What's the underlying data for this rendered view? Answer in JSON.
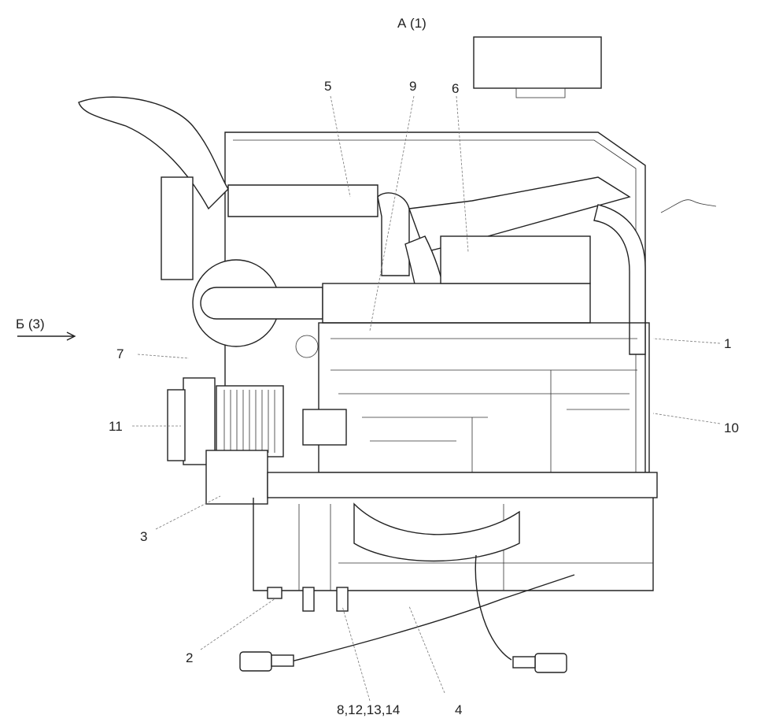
{
  "diagram": {
    "view_labels": {
      "top": "А (1)",
      "left": "Б (3)"
    },
    "callouts": [
      {
        "id": "c5",
        "text": "5"
      },
      {
        "id": "c9",
        "text": "9"
      },
      {
        "id": "c6",
        "text": "6"
      },
      {
        "id": "c7",
        "text": "7"
      },
      {
        "id": "c1",
        "text": "1"
      },
      {
        "id": "c11",
        "text": "11"
      },
      {
        "id": "c10",
        "text": "10"
      },
      {
        "id": "c3",
        "text": "3"
      },
      {
        "id": "c2",
        "text": "2"
      },
      {
        "id": "c4",
        "text": "4"
      },
      {
        "id": "c8",
        "text": "8,12,13,14"
      }
    ],
    "line_color": "#222222",
    "background": "#ffffff"
  }
}
